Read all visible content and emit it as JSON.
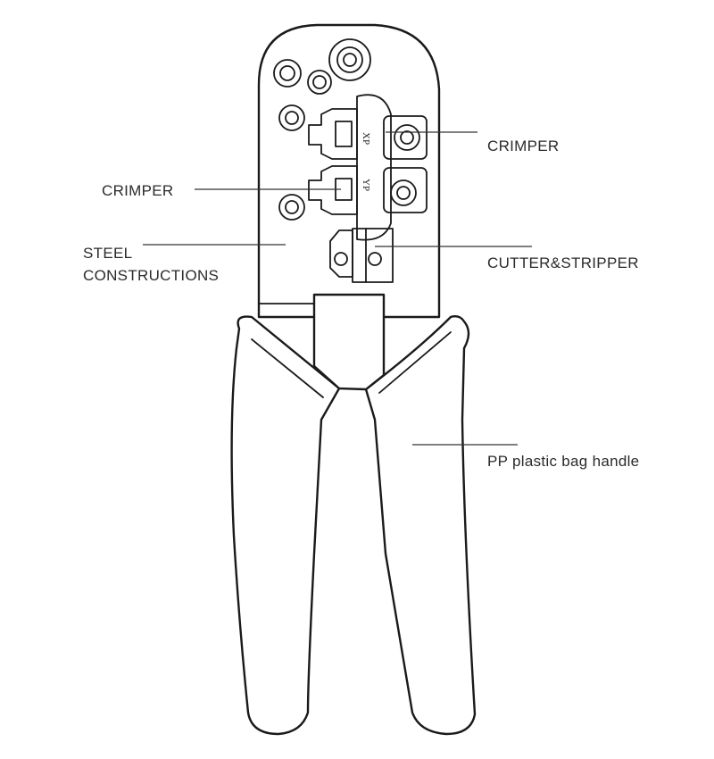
{
  "callouts": {
    "crimper_right": "CRIMPER",
    "crimper_left": "CRIMPER",
    "steel_line1": "STEEL",
    "steel_line2": "CONSTRUCTIONS",
    "cutter_stripper": "CUTTER&STRIPPER",
    "handle": "PP plastic bag handle"
  },
  "die_stamps": {
    "upper": "XP",
    "lower": "YP"
  },
  "colors": {
    "line": "#1a1a1a",
    "text": "#2b2b2b",
    "background": "#ffffff"
  }
}
